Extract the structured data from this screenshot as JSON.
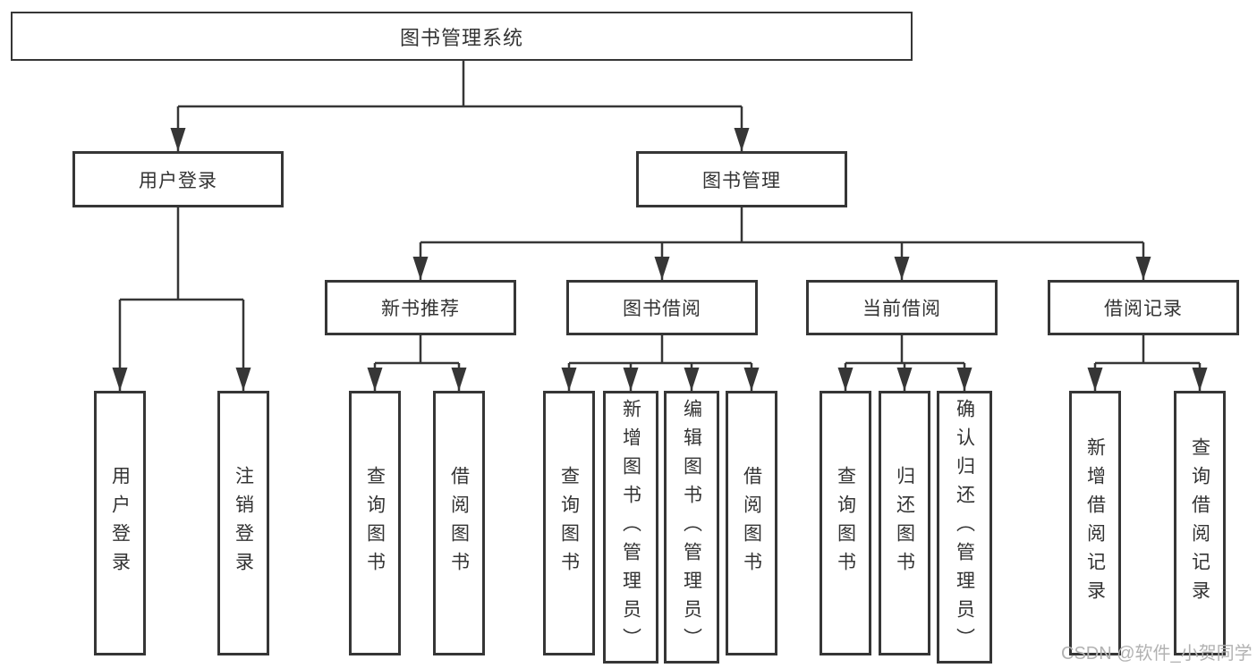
{
  "tree": {
    "root": {
      "label": "图书管理系统",
      "children": [
        {
          "label": "用户登录",
          "children": [
            {
              "label": "用户登录"
            },
            {
              "label": "注销登录"
            }
          ]
        },
        {
          "label": "图书管理",
          "children": [
            {
              "label": "新书推荐",
              "children": [
                {
                  "label": "查询图书"
                },
                {
                  "label": "借阅图书"
                }
              ]
            },
            {
              "label": "图书借阅",
              "children": [
                {
                  "label": "查询图书"
                },
                {
                  "label": "新增图书（管理员）"
                },
                {
                  "label": "编辑图书（管理员）"
                },
                {
                  "label": "借阅图书"
                }
              ]
            },
            {
              "label": "当前借阅",
              "children": [
                {
                  "label": "查询图书"
                },
                {
                  "label": "归还图书"
                },
                {
                  "label": "确认归还（管理员）"
                }
              ]
            },
            {
              "label": "借阅记录",
              "children": [
                {
                  "label": "新增借阅记录"
                },
                {
                  "label": "查询借阅记录"
                }
              ]
            }
          ]
        }
      ]
    }
  },
  "watermark": {
    "text": "CSDN @软件_小贺同学"
  },
  "colors": {
    "line": "#363636",
    "text": "#333333",
    "box_background": "#ffffff",
    "watermark": "#b2b2b2"
  }
}
